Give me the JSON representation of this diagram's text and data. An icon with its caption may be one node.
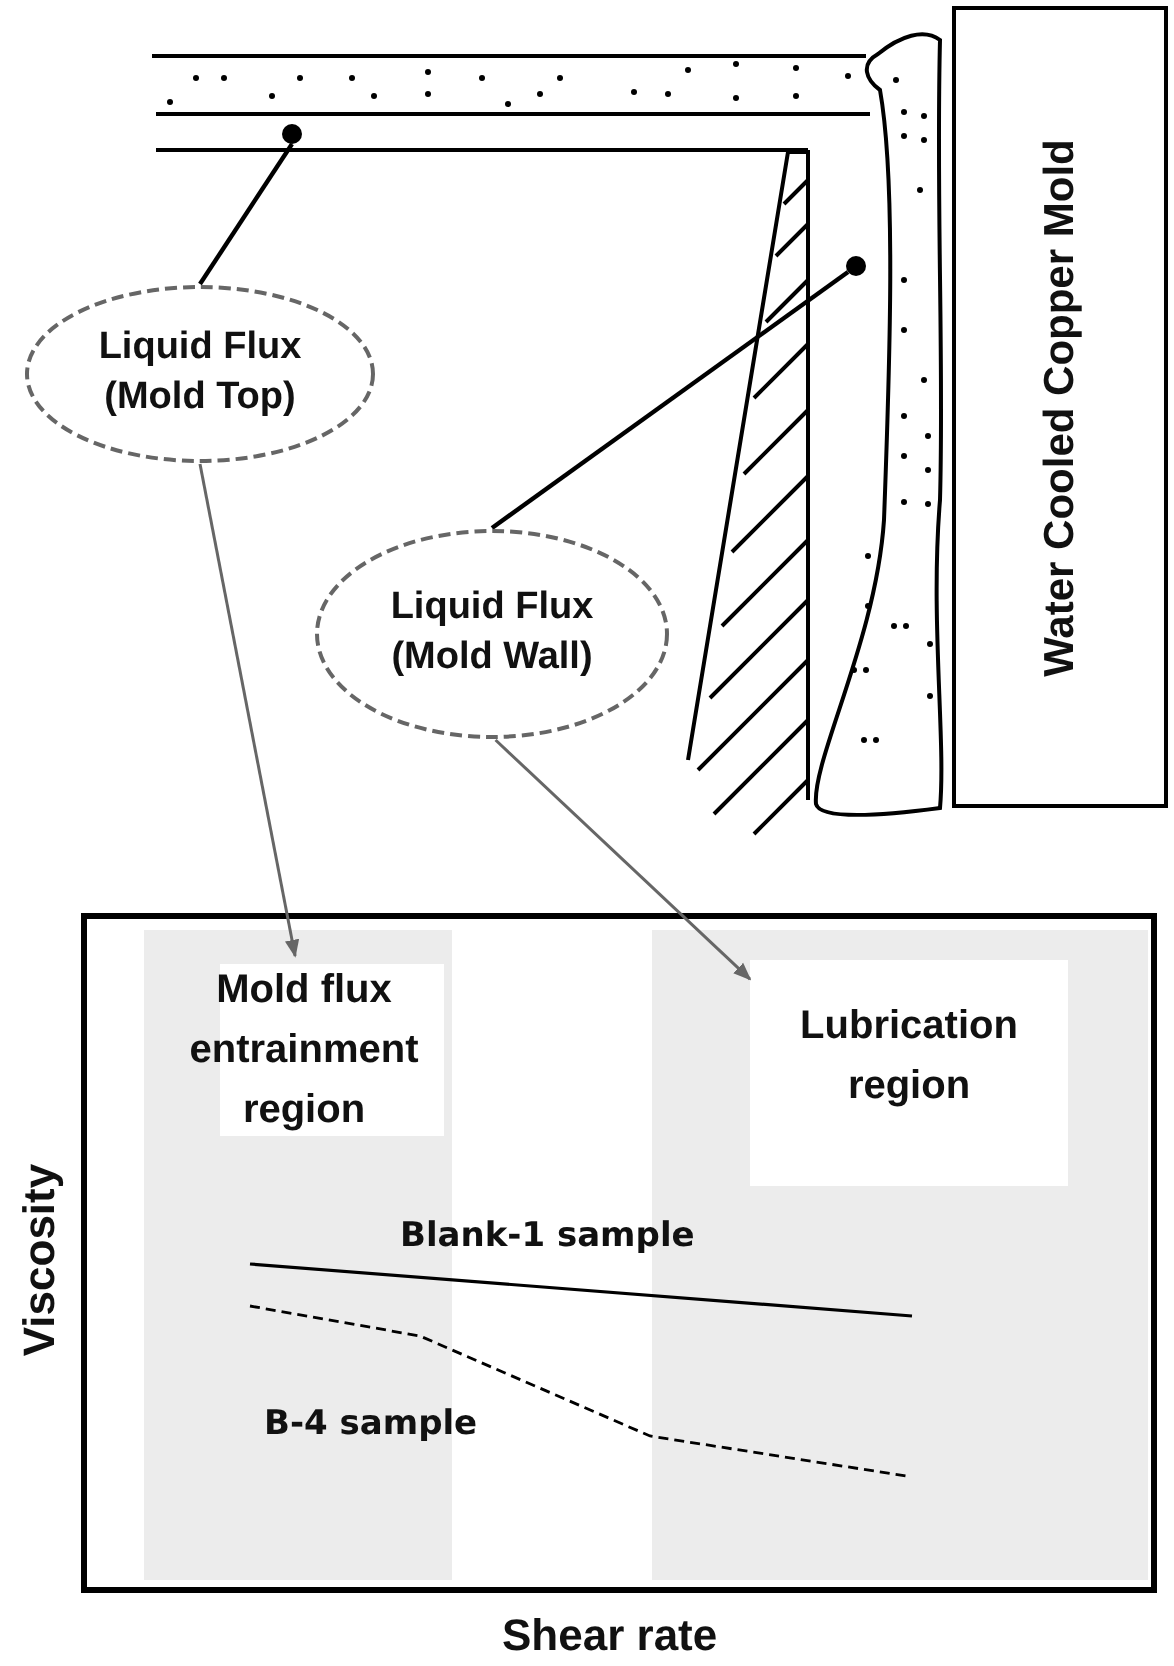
{
  "diagram": {
    "nodes": [
      {
        "text": [],
        "shape": "circle"
      },
      {
        "text": [
          "Water Cooled Copper Mold"
        ]
      },
      {
        "text": [],
        "shape": "circle"
      },
      {
        "text": [
          "Liquid Flux (Mold Top)"
        ]
      },
      {
        "text": [
          "Liquid Flux (Mold Wall)"
        ]
      },
      {
        "text": [
          "Mold flux entrainment region"
        ]
      },
      {
        "text": [
          "Lubrication region"
        ]
      }
    ],
    "edges": [
      {
        "from": 3,
        "to": 0,
        "arrow": "none"
      },
      {
        "from": 4,
        "to": 2,
        "arrow": "none"
      },
      {
        "from": 3,
        "to": 5,
        "arrow": "to",
        "color": "#666666"
      },
      {
        "from": 4,
        "to": 6,
        "arrow": "to",
        "color": "#666666"
      }
    ],
    "labels": [
      "Blank-1 sample",
      "B-4 sample",
      "Viscosity",
      "Shear rate"
    ]
  }
}
